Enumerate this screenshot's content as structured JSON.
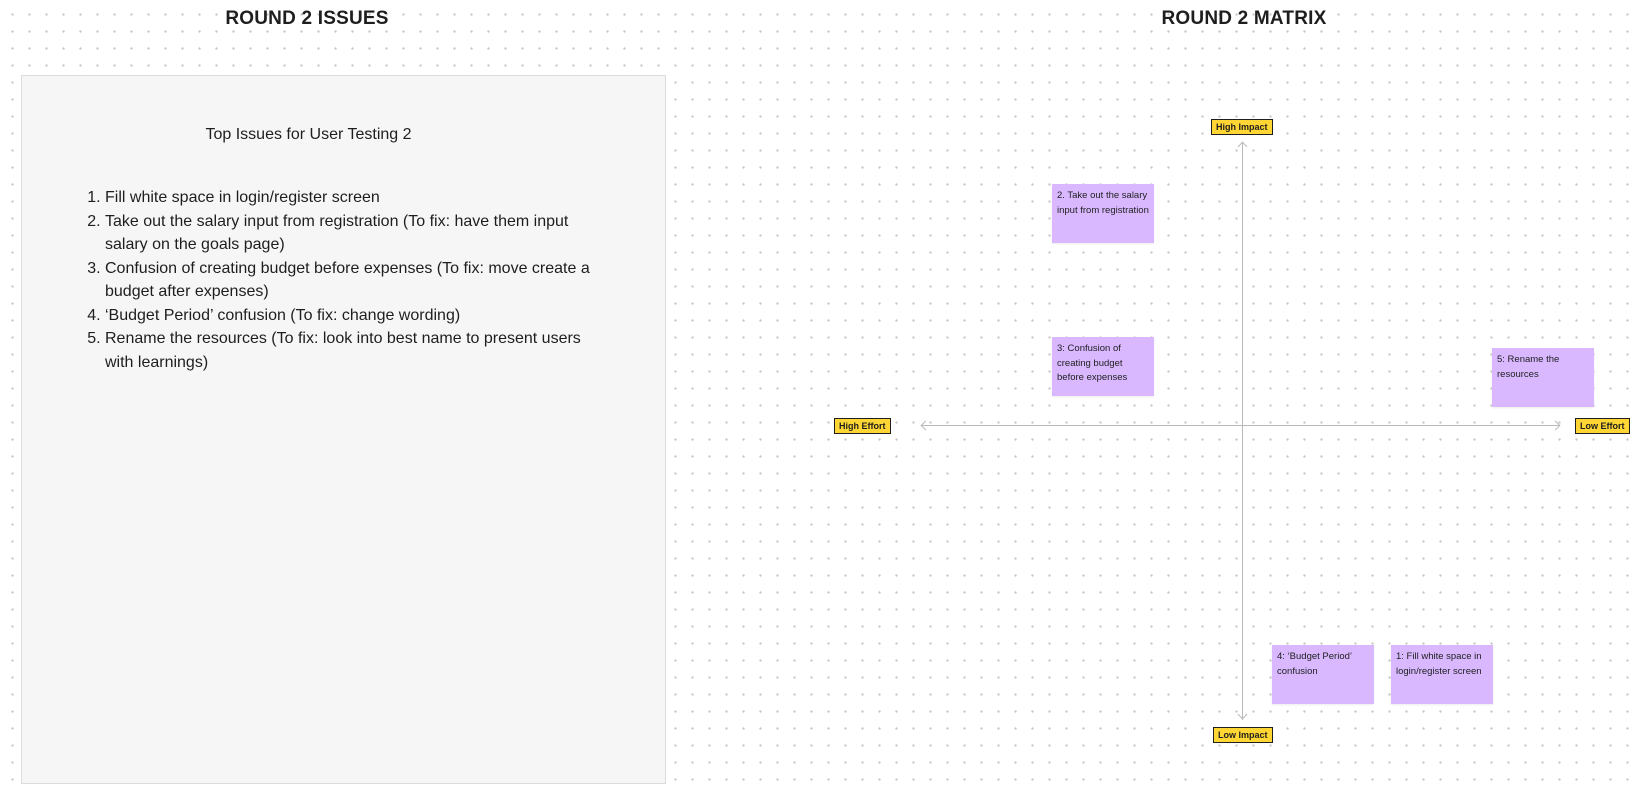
{
  "sections": {
    "issues_title": "ROUND 2 ISSUES",
    "matrix_title": "ROUND 2 MATRIX"
  },
  "issues_panel": {
    "heading": "Top Issues for User Testing 2",
    "items": [
      "Fill white space in login/register screen",
      "Take out the salary input from registration (To fix: have them input salary on the goals page)",
      "Confusion of creating budget before expenses (To fix: move create a budget after expenses)",
      "‘Budget Period’ confusion (To fix: change wording)",
      "Rename the resources (To fix: look into best name to present users with learnings)"
    ]
  },
  "matrix": {
    "axis_labels": {
      "high_impact": "High Impact",
      "low_impact": "Low Impact",
      "high_effort": "High Effort",
      "low_effort": "Low Effort"
    },
    "notes": {
      "note_1": "1: Fill white space in login/register screen",
      "note_2": "2. Take out the salary input from registration",
      "note_3": "3: Confusion of creating budget before expenses",
      "note_4": "4: ‘Budget Period’ confusion",
      "note_5": "5: Rename the resources"
    }
  },
  "colors": {
    "canvas_background": "#ffffff",
    "panel_background": "#f6f6f6",
    "axis_label_fill": "#ffd633",
    "sticky_note_fill": "#d9b8ff",
    "axis_line": "#b9b9b9"
  }
}
